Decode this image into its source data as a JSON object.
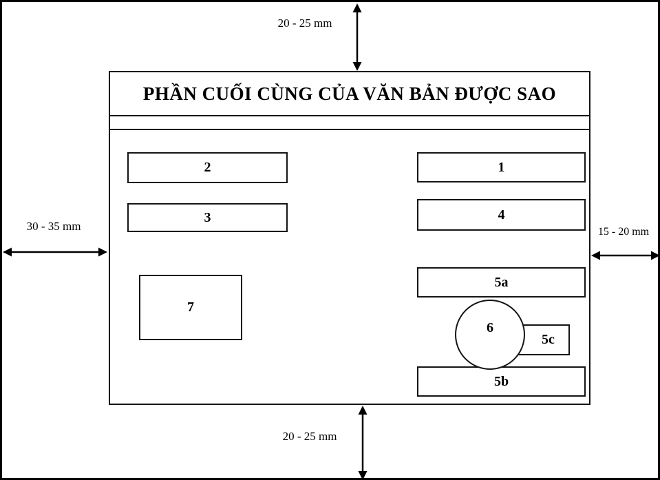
{
  "title": "PHẦN CUỐI CÙNG CỦA VĂN BẢN ĐƯỢC SAO",
  "margins": {
    "top": "20 - 25 mm",
    "bottom": "20 - 25 mm",
    "left": "30 - 35 mm",
    "right": "15 - 20 mm"
  },
  "components": {
    "box1": "1",
    "box2": "2",
    "box3": "3",
    "box4": "4",
    "box5a": "5a",
    "box5b": "5b",
    "box5c": "5c",
    "circle6": "6",
    "box7": "7"
  }
}
